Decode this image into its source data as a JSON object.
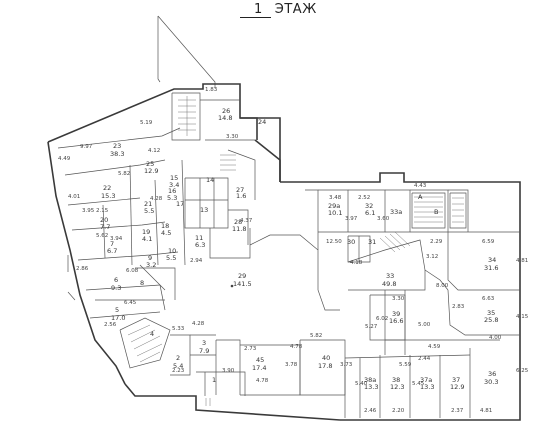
{
  "title": {
    "number": "1",
    "text": "ЭТАЖ"
  },
  "rooms": [
    {
      "id": "r26",
      "num": "26",
      "area": "14.8"
    },
    {
      "id": "r23",
      "num": "23",
      "area": "38.3"
    },
    {
      "id": "r24",
      "num": "24",
      "area": ""
    },
    {
      "id": "r25",
      "num": "25",
      "area": "12.9"
    },
    {
      "id": "r15",
      "num": "15",
      "area": "3.4"
    },
    {
      "id": "r16",
      "num": "16",
      "area": "5.3"
    },
    {
      "id": "r14",
      "num": "14",
      "area": ""
    },
    {
      "id": "r27",
      "num": "27",
      "area": "1.6"
    },
    {
      "id": "r22",
      "num": "22",
      "area": "15.3"
    },
    {
      "id": "r21",
      "num": "21",
      "area": "5.5"
    },
    {
      "id": "r17",
      "num": "17",
      "area": ""
    },
    {
      "id": "r13",
      "num": "13",
      "area": ""
    },
    {
      "id": "r20",
      "num": "20",
      "area": "7.7"
    },
    {
      "id": "r19",
      "num": "19",
      "area": "4.1"
    },
    {
      "id": "r18",
      "num": "18",
      "area": "4.5"
    },
    {
      "id": "r28",
      "num": "28",
      "area": "11.8"
    },
    {
      "id": "r11",
      "num": "11",
      "area": "6.3"
    },
    {
      "id": "r7",
      "num": "7",
      "area": "6.7"
    },
    {
      "id": "r9",
      "num": "9",
      "area": "3.2"
    },
    {
      "id": "r10",
      "num": "10",
      "area": "5.5"
    },
    {
      "id": "r6",
      "num": "6",
      "area": "9.3"
    },
    {
      "id": "r8",
      "num": "8",
      "area": ""
    },
    {
      "id": "r29",
      "num": "29",
      "area": "141.5"
    },
    {
      "id": "r29a",
      "num": "29а",
      "area": "10.1"
    },
    {
      "id": "r32",
      "num": "32",
      "area": "6.1"
    },
    {
      "id": "r33a",
      "num": "33а",
      "area": ""
    },
    {
      "id": "rA",
      "num": "А",
      "area": ""
    },
    {
      "id": "rB",
      "num": "В",
      "area": ""
    },
    {
      "id": "r30",
      "num": "30",
      "area": ""
    },
    {
      "id": "r31",
      "num": "31",
      "area": ""
    },
    {
      "id": "r33",
      "num": "33",
      "area": "49.8"
    },
    {
      "id": "r34",
      "num": "34",
      "area": "31.6"
    },
    {
      "id": "r35",
      "num": "35",
      "area": "25.8"
    },
    {
      "id": "r5",
      "num": "5",
      "area": "17.0"
    },
    {
      "id": "r4",
      "num": "4",
      "area": ""
    },
    {
      "id": "r3",
      "num": "3",
      "area": "7.9"
    },
    {
      "id": "r2",
      "num": "2",
      "area": "5.4"
    },
    {
      "id": "r45",
      "num": "45",
      "area": "17.4"
    },
    {
      "id": "r40",
      "num": "40",
      "area": "17.8"
    },
    {
      "id": "r39",
      "num": "39",
      "area": "16.6"
    },
    {
      "id": "r38a",
      "num": "38а",
      "area": "13.3"
    },
    {
      "id": "r38",
      "num": "38",
      "area": "12.3"
    },
    {
      "id": "r37a",
      "num": "37а",
      "area": "13.3"
    },
    {
      "id": "r37",
      "num": "37",
      "area": "12.9"
    },
    {
      "id": "r36",
      "num": "36",
      "area": "30.3"
    },
    {
      "id": "r1",
      "num": "1",
      "area": ""
    }
  ],
  "dimensions": [
    {
      "id": "d1",
      "text": "1.83"
    },
    {
      "id": "d2",
      "text": "5.19"
    },
    {
      "id": "d3",
      "text": "9.97"
    },
    {
      "id": "d4",
      "text": "4.12"
    },
    {
      "id": "d5",
      "text": "4.49"
    },
    {
      "id": "d6",
      "text": "5.82"
    },
    {
      "id": "d7",
      "text": "3.48"
    },
    {
      "id": "d8",
      "text": "2.52"
    },
    {
      "id": "d9",
      "text": "4.43"
    },
    {
      "id": "d10",
      "text": "3.97"
    },
    {
      "id": "d11",
      "text": "3.60"
    },
    {
      "id": "d12",
      "text": "2.29"
    },
    {
      "id": "d13",
      "text": "6.59"
    },
    {
      "id": "d14",
      "text": "12.50"
    },
    {
      "id": "d15",
      "text": "3.12"
    },
    {
      "id": "d16",
      "text": "4.81"
    },
    {
      "id": "d17",
      "text": "8.00"
    },
    {
      "id": "d18",
      "text": "2.83"
    },
    {
      "id": "d19",
      "text": "6.63"
    },
    {
      "id": "d20",
      "text": "3.30"
    },
    {
      "id": "d21",
      "text": "4.15"
    },
    {
      "id": "d22",
      "text": "5.27"
    },
    {
      "id": "d23",
      "text": "5.00"
    },
    {
      "id": "d24",
      "text": "6.02"
    },
    {
      "id": "d25",
      "text": "4.00"
    },
    {
      "id": "d26",
      "text": "4.59"
    },
    {
      "id": "d27",
      "text": "5.82"
    },
    {
      "id": "d28",
      "text": "4.78"
    },
    {
      "id": "d29",
      "text": "2.73"
    },
    {
      "id": "d30",
      "text": "3.78"
    },
    {
      "id": "d31",
      "text": "3.73"
    },
    {
      "id": "d32",
      "text": "5.59"
    },
    {
      "id": "d33",
      "text": "2.44"
    },
    {
      "id": "d34",
      "text": "6.25"
    },
    {
      "id": "d35",
      "text": "4.28"
    },
    {
      "id": "d36",
      "text": "5.33"
    },
    {
      "id": "d37",
      "text": "2.23"
    },
    {
      "id": "d38",
      "text": "3.90"
    },
    {
      "id": "d39",
      "text": "4.78"
    },
    {
      "id": "d40",
      "text": "5.40"
    },
    {
      "id": "d41",
      "text": "5.45"
    },
    {
      "id": "d42",
      "text": "2.46"
    },
    {
      "id": "d43",
      "text": "2.20"
    },
    {
      "id": "d44",
      "text": "2.37"
    },
    {
      "id": "d45",
      "text": "4.81"
    },
    {
      "id": "d46",
      "text": "2.56"
    },
    {
      "id": "d47",
      "text": "5.62"
    },
    {
      "id": "d48",
      "text": "2.94"
    },
    {
      "id": "d49",
      "text": "3.94"
    },
    {
      "id": "d50",
      "text": "2.86"
    },
    {
      "id": "d51",
      "text": "3.95"
    },
    {
      "id": "d52",
      "text": "2.15"
    },
    {
      "id": "d53",
      "text": "6.45"
    },
    {
      "id": "d54",
      "text": "4.01"
    },
    {
      "id": "d55",
      "text": "6.08"
    },
    {
      "id": "d56",
      "text": "4.37"
    },
    {
      "id": "d57",
      "text": "3.30"
    },
    {
      "id": "d58",
      "text": "4.18"
    },
    {
      "id": "d59",
      "text": "4.28"
    }
  ]
}
